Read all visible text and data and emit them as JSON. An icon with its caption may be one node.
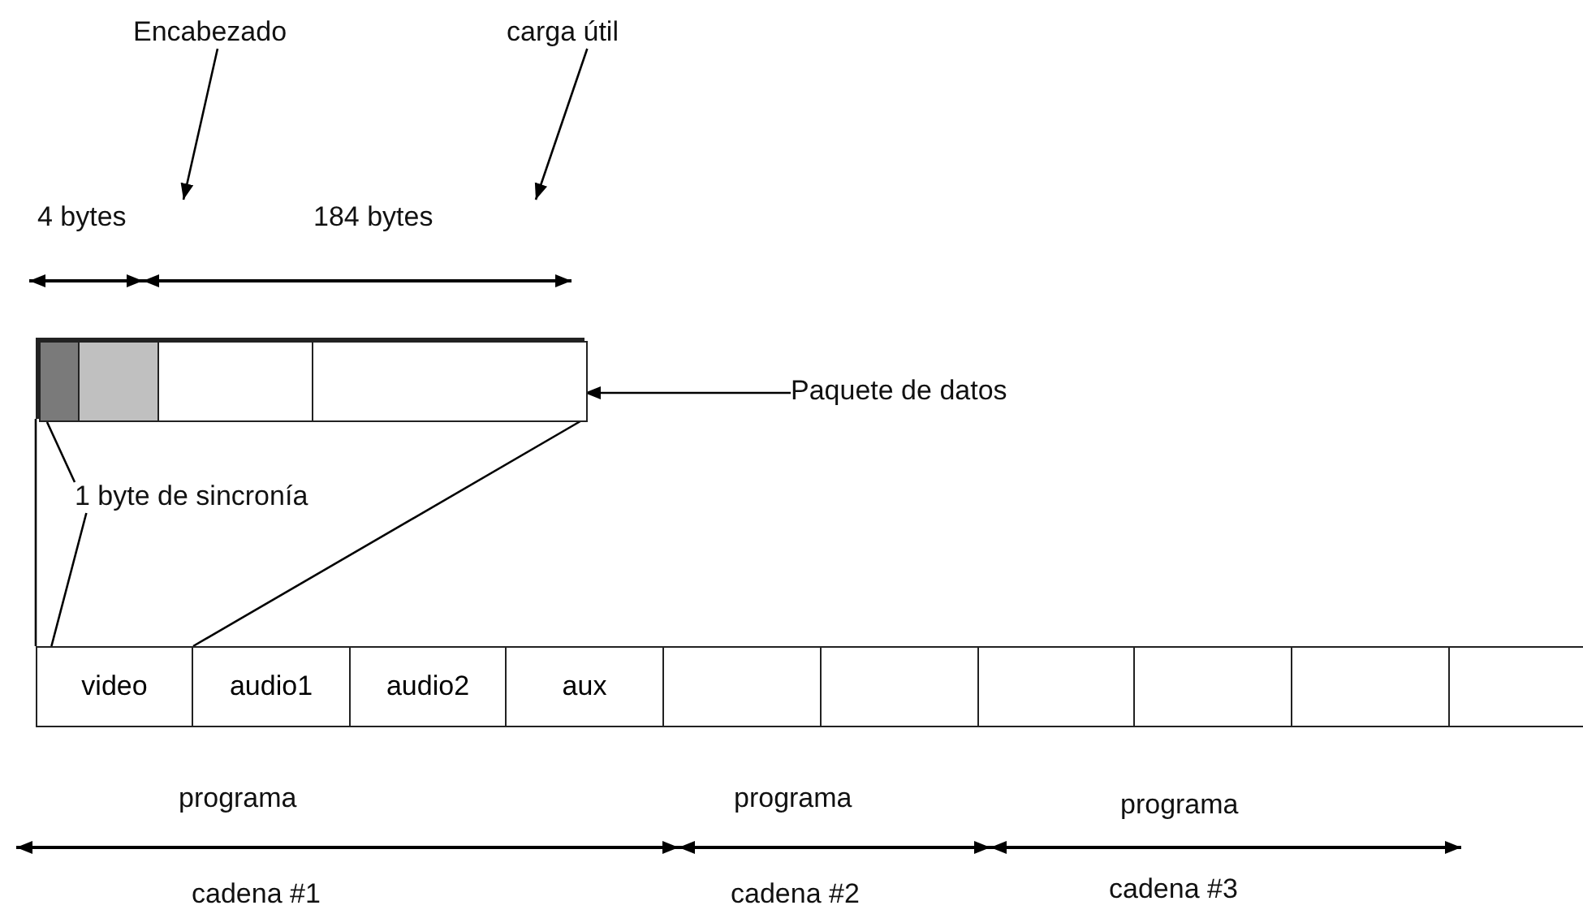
{
  "diagram": {
    "nodes": [
      {
        "text": [
          "Encabezado"
        ]
      },
      {
        "text": [
          "carga útil"
        ]
      },
      {
        "text": [],
        "shape": "bar"
      },
      {
        "text": [],
        "shape": "box",
        "in": 2
      },
      {
        "text": [],
        "shape": "box",
        "in": 2
      },
      {
        "text": [],
        "shape": "box",
        "in": 2
      },
      {
        "text": [],
        "shape": "box",
        "in": 2
      },
      {
        "text": [
          "Paquete de datos"
        ]
      },
      {
        "text": [
          "1 byte de sincronía"
        ]
      },
      {
        "text": [
          "video"
        ]
      },
      {
        "text": [
          "audio1"
        ]
      },
      {
        "text": [
          "audio2"
        ]
      },
      {
        "text": [
          "aux"
        ]
      },
      {
        "text": [],
        "shape": "box"
      },
      {
        "text": [],
        "shape": "box"
      },
      {
        "text": [],
        "shape": "box"
      },
      {
        "text": [],
        "shape": "box"
      },
      {
        "text": [],
        "shape": "box"
      },
      {
        "text": [],
        "shape": "box"
      }
    ],
    "edges": [
      {
        "from": 0,
        "to": null,
        "arrow": "to"
      },
      {
        "from": 1,
        "to": null,
        "arrow": "to"
      },
      {
        "from": 7,
        "to": 2,
        "arrow": "to"
      },
      {
        "from": 8,
        "to": 3,
        "arrow": "none"
      },
      {
        "from": 2,
        "to": 9,
        "arrow": "none"
      },
      {
        "from": 8,
        "to": 9,
        "arrow": "none"
      },
      {
        "from": 2,
        "to": 9,
        "arrow": "none"
      }
    ],
    "labels": [
      "4 bytes",
      "184 bytes",
      "programa",
      "programa",
      "programa",
      "cadena #1",
      "cadena #2",
      "cadena #3"
    ]
  }
}
